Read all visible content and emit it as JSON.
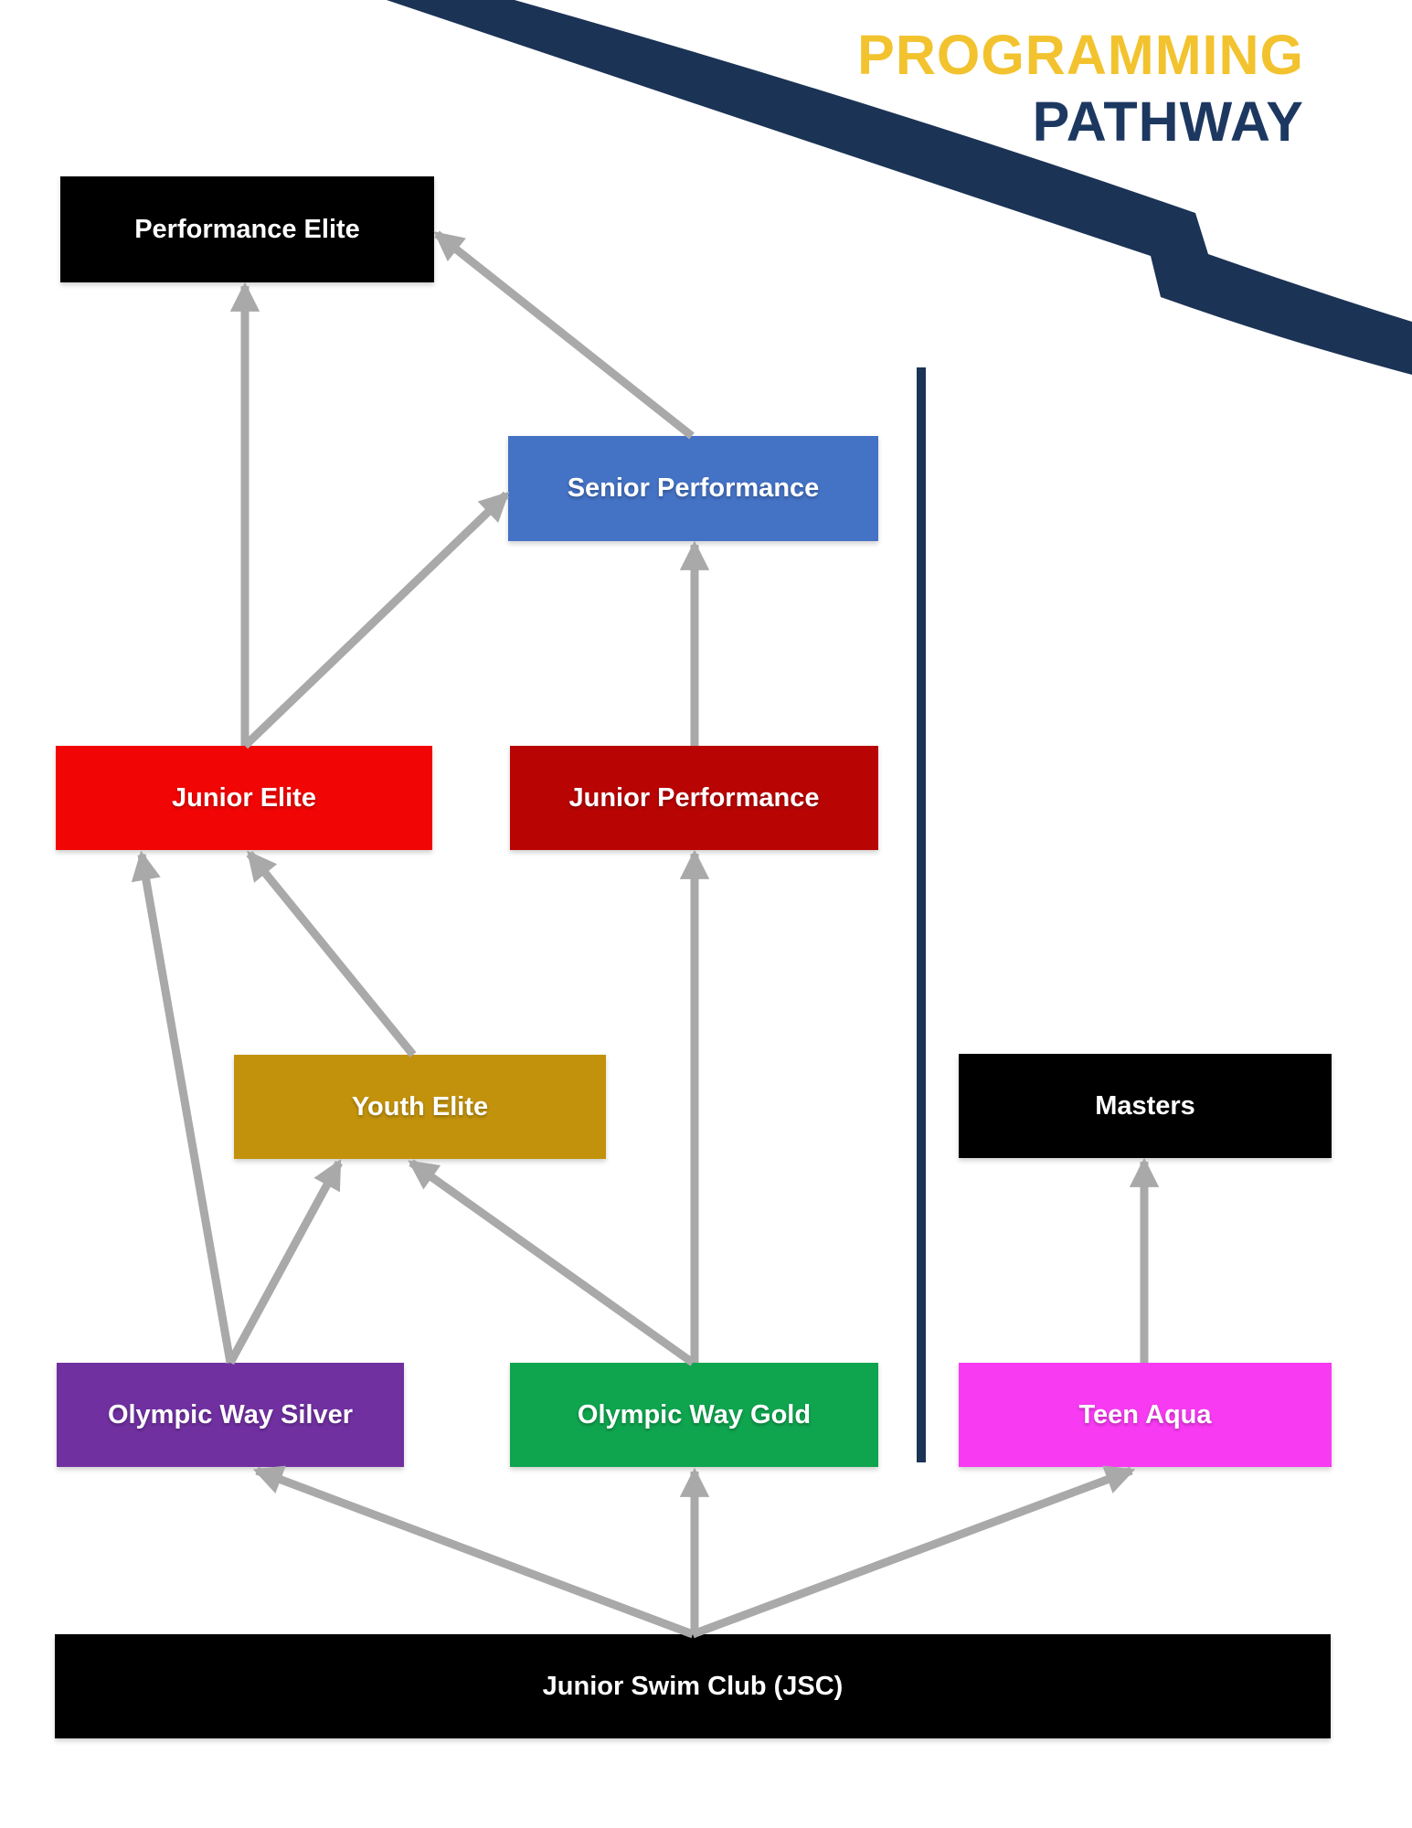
{
  "title": {
    "word1": "PROGRAMMING",
    "word2": "PATHWAY",
    "word1_color": "#F2C32E",
    "word2_color": "#1D3860"
  },
  "decor": {
    "ribbon_color": "#1B3355",
    "divider_color": "#1B3355",
    "arrow_color": "#A9A9A9",
    "ribbon_shape_name": "diagonal-zigzag-banner",
    "divider_shape_name": "vertical-separator-line"
  },
  "boxes": {
    "performance_elite": {
      "label": "Performance Elite",
      "color": "#000000",
      "text_color": "#FFFFFF"
    },
    "senior_performance": {
      "label": "Senior Performance",
      "color": "#4472C4",
      "text_color": "#FFFFFF"
    },
    "junior_elite": {
      "label": "Junior Elite",
      "color": "#F20505",
      "text_color": "#FFFFFF"
    },
    "junior_performance": {
      "label": "Junior Performance",
      "color": "#B90404",
      "text_color": "#FFFFFF"
    },
    "youth_elite": {
      "label": "Youth Elite",
      "color": "#C2920C",
      "text_color": "#FFFFFF"
    },
    "masters": {
      "label": "Masters",
      "color": "#000000",
      "text_color": "#FFFFFF"
    },
    "olympic_way_silver": {
      "label": "Olympic Way Silver",
      "color": "#7030A0",
      "text_color": "#FFFFFF"
    },
    "olympic_way_gold": {
      "label": "Olympic Way Gold",
      "color": "#0FA44E",
      "text_color": "#FFFFFF"
    },
    "teen_aqua": {
      "label": "Teen Aqua",
      "color": "#F83AF2",
      "text_color": "#FFFFFF"
    },
    "junior_swim_club": {
      "label": "Junior Swim Club (JSC)",
      "color": "#000000",
      "text_color": "#FFFFFF"
    }
  },
  "connections": [
    {
      "from": "junior_swim_club",
      "to": "olympic_way_silver"
    },
    {
      "from": "junior_swim_club",
      "to": "olympic_way_gold"
    },
    {
      "from": "junior_swim_club",
      "to": "teen_aqua"
    },
    {
      "from": "olympic_way_silver",
      "to": "junior_elite"
    },
    {
      "from": "olympic_way_silver",
      "to": "youth_elite"
    },
    {
      "from": "olympic_way_gold",
      "to": "youth_elite"
    },
    {
      "from": "olympic_way_gold",
      "to": "junior_performance"
    },
    {
      "from": "youth_elite",
      "to": "junior_elite"
    },
    {
      "from": "junior_elite",
      "to": "performance_elite"
    },
    {
      "from": "junior_elite",
      "to": "senior_performance"
    },
    {
      "from": "junior_performance",
      "to": "senior_performance"
    },
    {
      "from": "senior_performance",
      "to": "performance_elite"
    },
    {
      "from": "teen_aqua",
      "to": "masters"
    }
  ]
}
